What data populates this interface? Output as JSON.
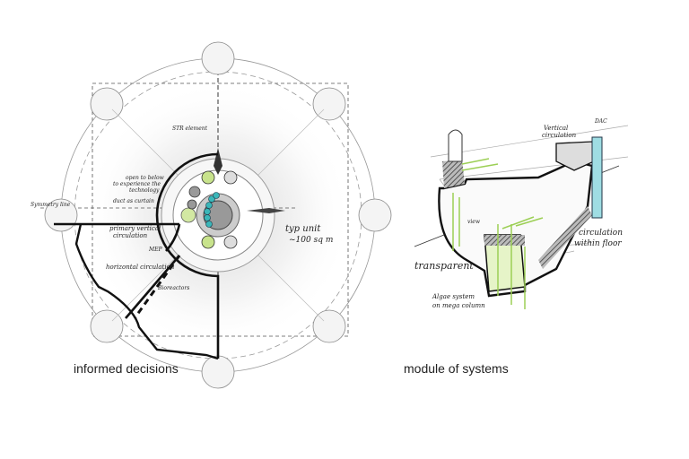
{
  "left_diagram": {
    "caption": "informed decisions",
    "labels": {
      "str_element": "STR element",
      "open_to_below": "open to below",
      "open_to_below_2": "to experience the",
      "open_to_below_3": "technology",
      "duct": "duct as curtain",
      "symmetry": "Symmetry line",
      "primary_vertical": "primary vertical",
      "primary_vertical_2": "circulation",
      "mep": "MEP",
      "horizontal": "horizontal circulation",
      "bioreactors": "Bioreactors",
      "typ_unit": "typ unit",
      "typ_unit_area": "~100 sq m"
    }
  },
  "right_diagram": {
    "caption": "module of systems",
    "labels": {
      "dac": "DAC",
      "vertical": "Vertical",
      "vertical_2": "circulation",
      "view": "view",
      "circulation_floor": "circulation",
      "circulation_floor_2": "within floor",
      "transparent": "transparent",
      "algae": "Algae system",
      "algae_2": "on mega column"
    }
  },
  "colors": {
    "ink": "#111111",
    "algae_green": "#b5e07a",
    "teal": "#3bb6b8",
    "dac_cyan": "#9fdde3"
  }
}
